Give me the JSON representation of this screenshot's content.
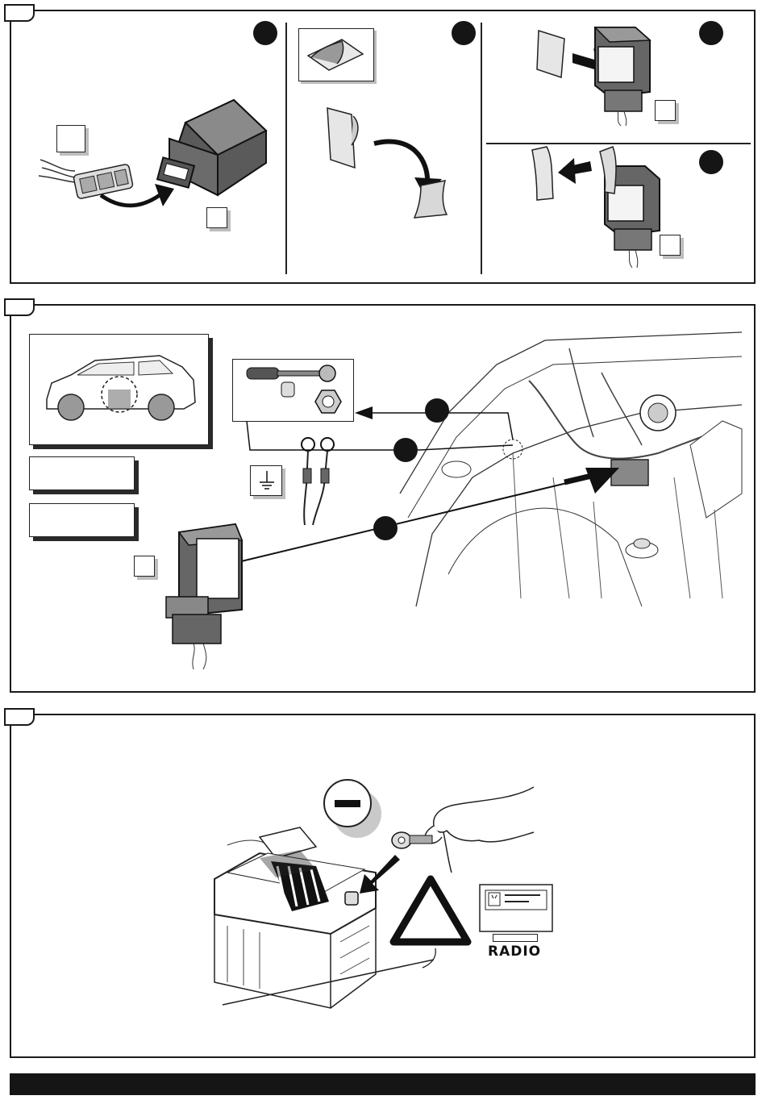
{
  "sections": [
    {
      "id": "step-1",
      "subpanels": 4
    },
    {
      "id": "step-2",
      "subpanels": 1
    },
    {
      "id": "step-3",
      "subpanels": 1
    }
  ],
  "step3": {
    "radio_label": "RADIO",
    "minus_symbol": "minus-icon",
    "warning_symbol": "warning-triangle-icon"
  },
  "icons": [
    "connector-icon",
    "control-module-icon",
    "peel-sticker-icon",
    "arrow-icon",
    "car-icon",
    "ratchet-icon",
    "nut-icon",
    "ring-terminal-icon",
    "ground-icon",
    "battery-icon",
    "hand-icon"
  ],
  "colors": {
    "ink": "#151515",
    "shade": "#bdbdbd",
    "grey": "#8a8a8a"
  }
}
